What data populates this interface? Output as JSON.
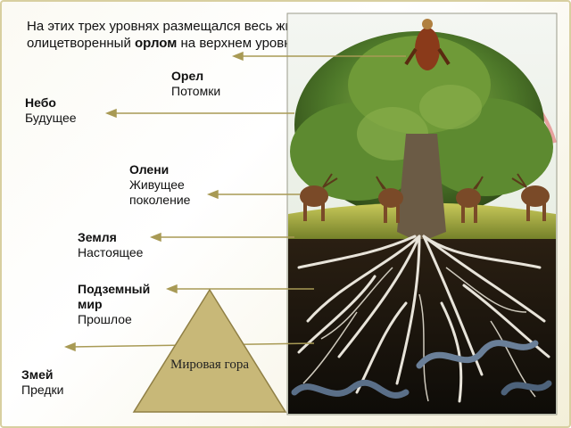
{
  "intro": {
    "before": "На этих трех уровнях размещался весь животный мир, олицетворенный ",
    "bold": "орлом",
    "after": " на верхнем уровне:"
  },
  "labels": {
    "eagle": {
      "title": "Орел",
      "sub": "Потомки"
    },
    "sky": {
      "title": "Небо",
      "sub": "Будущее"
    },
    "deer": {
      "title": "Олени",
      "sub": "Живущее поколение"
    },
    "earth": {
      "title": "Земля",
      "sub": "Настоящее"
    },
    "underworld": {
      "title": "Подземный мир",
      "sub": "Прошлое"
    },
    "snake": {
      "title": "Змей",
      "sub": "Предки"
    }
  },
  "mountain": {
    "label": "Мировая гора"
  },
  "colors": {
    "arrow": "#a89a55",
    "tree_canopy": "#4f7a2a",
    "trunk": "#6b5b45",
    "roots": "#e8e4da",
    "mountain": "#c8b878"
  }
}
